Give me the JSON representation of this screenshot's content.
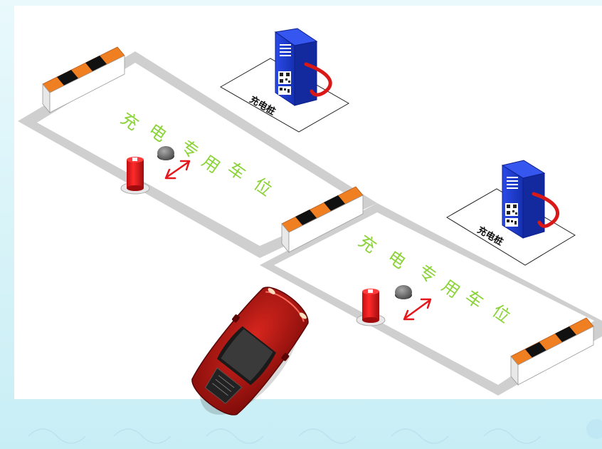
{
  "charger_label": "充电桩",
  "bay_text_chars": [
    "充",
    "电",
    "专",
    "用",
    "车",
    "位"
  ],
  "colors": {
    "bay_text": "#8cd33a",
    "arrow": "#e5161c",
    "charger_body": "#1f3fd6",
    "cable": "#d91818",
    "barrier_orange": "#f07f22",
    "barrier_black": "#111111",
    "curb": "#cfcfcf",
    "bollard": "#e3161a",
    "sensor": "#6d6d6d",
    "car": "#b8100f",
    "canvas": "#ffffff",
    "background": "#d6f3f8"
  },
  "icons": [
    "charging-station-icon",
    "bollard-icon",
    "vehicle-sensor-icon",
    "double-arrow-icon",
    "parking-barrier-icon",
    "red-sports-car-icon"
  ]
}
